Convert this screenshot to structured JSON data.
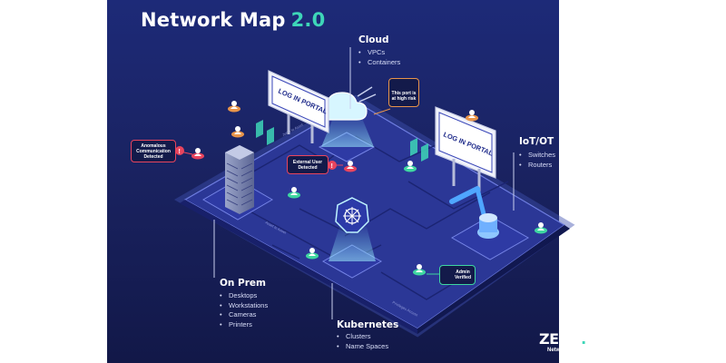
{
  "title": {
    "main": "Network Map",
    "version": "2.0"
  },
  "sections": {
    "cloud": {
      "title": "Cloud",
      "items": [
        "VPCs",
        "Containers"
      ]
    },
    "iot": {
      "title": "IoT/OT",
      "items": [
        "Switches",
        "Routers"
      ]
    },
    "onprem": {
      "title": "On Prem",
      "items": [
        "Desktops",
        "Workstations",
        "Cameras",
        "Printers"
      ]
    },
    "kubernetes": {
      "title": "Kubernetes",
      "items": [
        "Clusters",
        "Name Spaces"
      ]
    }
  },
  "callouts": {
    "anomalous": "Anomalous Communication Detected",
    "external_user": "External User Detected",
    "high_risk": "This port is at high risk",
    "admin": "Admin Verified"
  },
  "portal": {
    "left": "LOG IN PORTAL",
    "right": "LOG IN PORTAL"
  },
  "path_labels": {
    "a": "Jump to Asset",
    "b": "Asset to Asset",
    "c": "Privileges Access"
  },
  "logo": {
    "name": "ZERO",
    "dot": ".",
    "sub": "Networks"
  },
  "colors": {
    "background": "#1d2a78",
    "accent": "#3ed6b8",
    "alert": "#e8445d",
    "warning": "#e8944a"
  }
}
